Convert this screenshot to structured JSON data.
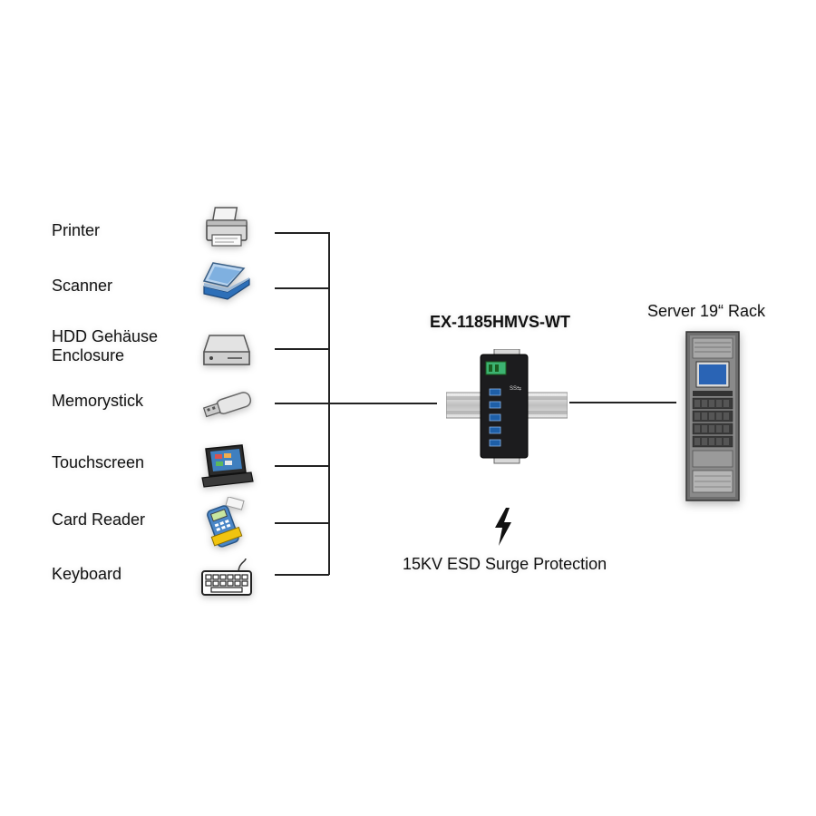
{
  "devices": [
    {
      "label": "Printer",
      "icon": "printer-icon"
    },
    {
      "label": "Scanner",
      "icon": "scanner-icon"
    },
    {
      "label_line1": "HDD Gehäuse",
      "label_line2": "Enclosure",
      "icon": "hdd-enclosure-icon"
    },
    {
      "label": "Memorystick",
      "icon": "usb-stick-icon"
    },
    {
      "label": "Touchscreen",
      "icon": "touchscreen-pos-icon"
    },
    {
      "label": "Card Reader",
      "icon": "card-reader-icon"
    },
    {
      "label": "Keyboard",
      "icon": "keyboard-icon"
    }
  ],
  "hub": {
    "model": "EX-1185HMVS-WT"
  },
  "server": {
    "label": "Server 19“ Rack"
  },
  "esd": {
    "label": "15KV ESD Surge Protection",
    "icon": "lightning-icon"
  }
}
